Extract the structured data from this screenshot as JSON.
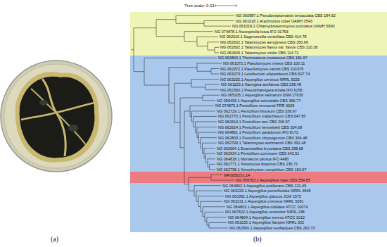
{
  "diagram": {
    "labels": [
      "Tree scale: 0.01",
      "NG 060987.1 Pseudoseptomastix tentaculata CBS 184.92",
      "NG 061018.1 Arachniotus ruber UAMH 3543",
      "NG 061019.1 Chlamydosauromyces punctatus UAMH 5990",
      "NG 074878.1 Ascospirella lutea IFO 31753",
      "NG 062610.1 Sagenomella verticillata CBS 414.78",
      "NG 062602.1 Talaromyces aerugineus CBS 350.66",
      "NG 062602.1 Talaromyces flavus var. flavus CBS 310.38",
      "NG 062609.1 Talaromyces viridis CBS 114.72",
      "NG 062804.1 Thermoascus crustaceus CBS 181.67",
      "NG 061072.1 Paecilomyces niveus CBS 100.11",
      "NG 062372.1 Paecilomyces variotii CBS 101075",
      "NG 061073.1 Leiothecium ellipsoideum CBS 607.74",
      "NG 063232.1 Aspergillus cervinus NRRL 5025",
      "NG 061100.1 Hamigera avellanea CBS 295.48",
      "NG 062360.1 Pseudohamigera striata IFO 6156",
      "NG 065105.1 Aspergillus salinarum DSM 27630",
      "NG 056493.1 Aspergillus sclerotialis CBS 366.77",
      "NG 074879.1 Penicillium emmonsii FRR 3339",
      "NG 062729.1 Penicillium limosum CBS 339.97",
      "NG 062770.1 Penicillium malachiteum CBS 647.95",
      "NG 062613.1 Penicillium taxi CBS 206.57",
      "NG 062614.1 Penicillium henneberti CBS 334.68",
      "NG 064861.1 Penicillium paradoxum IFO 8172",
      "NG 062803.1 Penicillium chrysogenum CBS 306.48",
      "NG 062793.1 Talaromyces wortmannii CBS 391.48",
      "NG 062664.1 Evansstolkia leycettana CBS 398.68",
      "NG 062634.1 Penicillium commune CBS 343.51",
      "NG 064818.1 Monascus pilosus IFO 4480",
      "NG 062771.1 Xeromyces bisporus CBS 236.71",
      "NG 062798.1 Xerochrysium xerophilum CBS 153.67",
      "MF093523 L14",
      "NG 056763.1 Aspergillus niger CBS 554.65",
      "NG 064802.1 Aspergillus proliferans CBS 121.45",
      "NG 063229.1 Aspergillus penicillioides NRRL 4548",
      "NG 063391.1 Aspergillus glaucus JCM 1575",
      "NG 063231.1 Aspergillus cremeus NRRL 5081",
      "NG 064803.1 Aspergillus nidulans ATCC 10074",
      "NG 067622.1 Aspergillus versicolor NRRL 238",
      "NG 064804.1 Aspergillus terreus ATCC 1012",
      "NG 063230.1 Aspergillus flavipes NRRL 302",
      "NG 062800.1 Aspergillus neoflavipes CBS 260.73",
      "(a)",
      "(b)"
    ]
  }
}
